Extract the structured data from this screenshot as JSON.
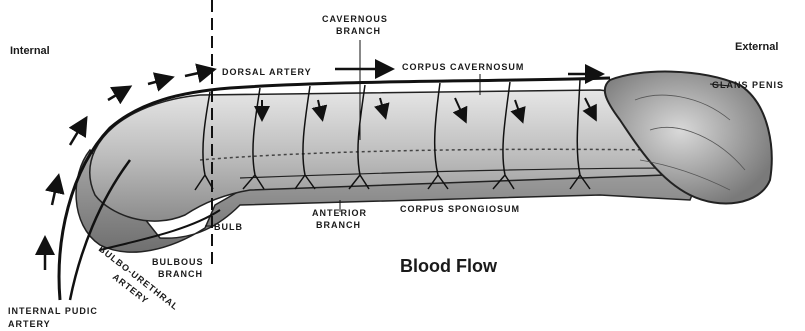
{
  "diagram": {
    "title": "Blood Flow",
    "side_left": "Internal",
    "side_right": "External",
    "labels": {
      "dorsal_artery": "DORSAL ARTERY",
      "cavernous_branch_1": "CAVERNOUS",
      "cavernous_branch_2": "BRANCH",
      "corpus_cavernosum": "CORPUS CAVERNOSUM",
      "glans_penis": "GLANS PENIS",
      "anterior_branch_1": "ANTERIOR",
      "anterior_branch_2": "BRANCH",
      "corpus_spongiosum": "CORPUS SPONGIOSUM",
      "bulb": "BULB",
      "bulbous_branch_1": "BULBOUS",
      "bulbous_branch_2": "BRANCH",
      "bulbo_urethral_1": "BULBO-URETHRAL",
      "bulbo_urethral_2": "ARTERY",
      "internal_pudic_1": "INTERNAL PUDIC",
      "internal_pudic_2": "ARTERY"
    }
  }
}
